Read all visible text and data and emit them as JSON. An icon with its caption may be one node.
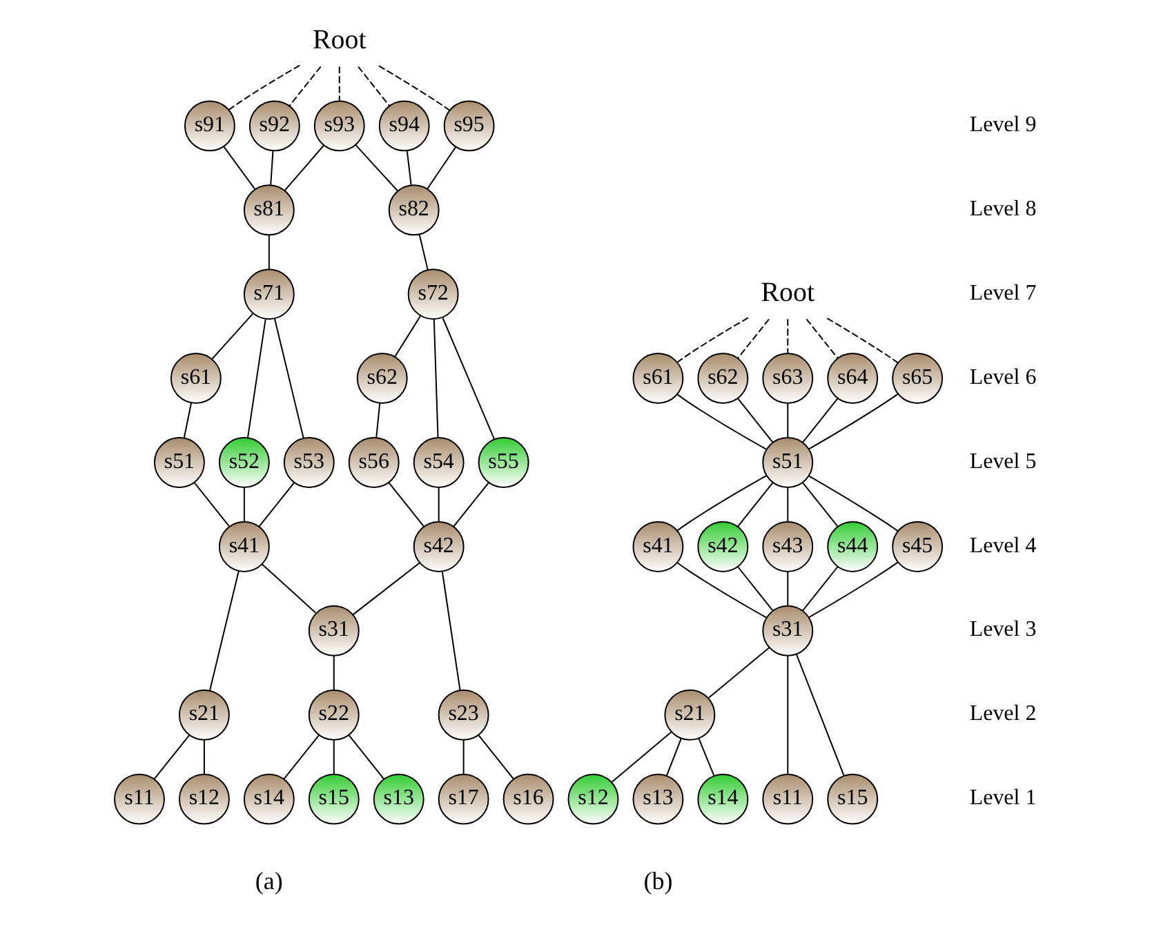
{
  "diagram": {
    "nodes": [
      {
        "text": [
          "Root"
        ]
      },
      {
        "text": [
          "s91"
        ]
      },
      {
        "text": [
          "s92"
        ]
      },
      {
        "text": [
          "s93"
        ]
      },
      {
        "text": [
          "s94"
        ]
      },
      {
        "text": [
          "s95"
        ]
      },
      {
        "text": [
          "s81"
        ]
      },
      {
        "text": [
          "s82"
        ]
      },
      {
        "text": [
          "s71"
        ]
      },
      {
        "text": [
          "s72"
        ]
      },
      {
        "text": [
          "s61"
        ]
      },
      {
        "text": [
          "s62"
        ]
      },
      {
        "text": [
          "s51"
        ]
      },
      {
        "text": [
          "s52"
        ]
      },
      {
        "text": [
          "s53"
        ]
      },
      {
        "text": [
          "s54"
        ]
      },
      {
        "text": [
          "s55"
        ]
      },
      {
        "text": [
          "s56"
        ]
      },
      {
        "text": [
          "s41"
        ]
      },
      {
        "text": [
          "s42"
        ]
      },
      {
        "text": [
          "s31"
        ]
      },
      {
        "text": [
          "s21"
        ]
      },
      {
        "text": [
          "s22"
        ]
      },
      {
        "text": [
          "s23"
        ]
      },
      {
        "text": [
          "s11"
        ]
      },
      {
        "text": [
          "s12"
        ]
      },
      {
        "text": [
          "s13"
        ]
      },
      {
        "text": [
          "s14"
        ]
      },
      {
        "text": [
          "s15"
        ]
      },
      {
        "text": [
          "s16"
        ]
      },
      {
        "text": [
          "s17"
        ]
      },
      {
        "text": [
          "Root"
        ]
      },
      {
        "text": [
          "s61"
        ]
      },
      {
        "text": [
          "s62"
        ]
      },
      {
        "text": [
          "s63"
        ]
      },
      {
        "text": [
          "s64"
        ]
      },
      {
        "text": [
          "s65"
        ]
      },
      {
        "text": [
          "s51"
        ]
      },
      {
        "text": [
          "s41"
        ]
      },
      {
        "text": [
          "s42"
        ]
      },
      {
        "text": [
          "s43"
        ]
      },
      {
        "text": [
          "s44"
        ]
      },
      {
        "text": [
          "s45"
        ]
      },
      {
        "text": [
          "s31"
        ]
      },
      {
        "text": [
          "s21"
        ]
      },
      {
        "text": [
          "s11"
        ]
      },
      {
        "text": [
          "s12"
        ]
      },
      {
        "text": [
          "s13"
        ]
      },
      {
        "text": [
          "s14"
        ]
      },
      {
        "text": [
          "s15"
        ]
      }
    ],
    "edges": [
      {
        "from": 0,
        "to": 1,
        "arrow": "none",
        "style": "dashed"
      },
      {
        "from": 0,
        "to": 2,
        "arrow": "none",
        "style": "dashed"
      },
      {
        "from": 0,
        "to": 3,
        "arrow": "none",
        "style": "dashed"
      },
      {
        "from": 0,
        "to": 4,
        "arrow": "none",
        "style": "dashed"
      },
      {
        "from": 0,
        "to": 5,
        "arrow": "none",
        "style": "dashed"
      },
      {
        "from": 1,
        "to": 6,
        "arrow": "none"
      },
      {
        "from": 2,
        "to": 6,
        "arrow": "none"
      },
      {
        "from": 3,
        "to": 6,
        "arrow": "none"
      },
      {
        "from": 3,
        "to": 7,
        "arrow": "none"
      },
      {
        "from": 4,
        "to": 7,
        "arrow": "none"
      },
      {
        "from": 5,
        "to": 7,
        "arrow": "none"
      },
      {
        "from": 6,
        "to": 8,
        "arrow": "none"
      },
      {
        "from": 7,
        "to": 9,
        "arrow": "none"
      },
      {
        "from": 8,
        "to": 10,
        "arrow": "none"
      },
      {
        "from": 8,
        "to": 13,
        "arrow": "none"
      },
      {
        "from": 8,
        "to": 14,
        "arrow": "none"
      },
      {
        "from": 9,
        "to": 15,
        "arrow": "none"
      },
      {
        "from": 9,
        "to": 16,
        "arrow": "none"
      },
      {
        "from": 9,
        "to": 11,
        "arrow": "none"
      },
      {
        "from": 10,
        "to": 12,
        "arrow": "none"
      },
      {
        "from": 11,
        "to": 17,
        "arrow": "none"
      },
      {
        "from": 12,
        "to": 18,
        "arrow": "none"
      },
      {
        "from": 13,
        "to": 18,
        "arrow": "none"
      },
      {
        "from": 14,
        "to": 18,
        "arrow": "none"
      },
      {
        "from": 15,
        "to": 19,
        "arrow": "none"
      },
      {
        "from": 16,
        "to": 19,
        "arrow": "none"
      },
      {
        "from": 17,
        "to": 19,
        "arrow": "none"
      },
      {
        "from": 18,
        "to": 21,
        "arrow": "none"
      },
      {
        "from": 18,
        "to": 20,
        "arrow": "none"
      },
      {
        "from": 19,
        "to": 20,
        "arrow": "none"
      },
      {
        "from": 19,
        "to": 23,
        "arrow": "none"
      },
      {
        "from": 20,
        "to": 22,
        "arrow": "none"
      },
      {
        "from": 21,
        "to": 24,
        "arrow": "none"
      },
      {
        "from": 21,
        "to": 25,
        "arrow": "none"
      },
      {
        "from": 22,
        "to": 26,
        "arrow": "none"
      },
      {
        "from": 22,
        "to": 27,
        "arrow": "none"
      },
      {
        "from": 22,
        "to": 28,
        "arrow": "none"
      },
      {
        "from": 23,
        "to": 29,
        "arrow": "none"
      },
      {
        "from": 23,
        "to": 30,
        "arrow": "none"
      },
      {
        "from": 31,
        "to": 32,
        "arrow": "none",
        "style": "dashed"
      },
      {
        "from": 31,
        "to": 33,
        "arrow": "none",
        "style": "dashed"
      },
      {
        "from": 31,
        "to": 34,
        "arrow": "none",
        "style": "dashed"
      },
      {
        "from": 31,
        "to": 35,
        "arrow": "none",
        "style": "dashed"
      },
      {
        "from": 31,
        "to": 36,
        "arrow": "none",
        "style": "dashed"
      },
      {
        "from": 32,
        "to": 37,
        "arrow": "none"
      },
      {
        "from": 33,
        "to": 37,
        "arrow": "none"
      },
      {
        "from": 34,
        "to": 37,
        "arrow": "none"
      },
      {
        "from": 35,
        "to": 37,
        "arrow": "none"
      },
      {
        "from": 36,
        "to": 37,
        "arrow": "none"
      },
      {
        "from": 37,
        "to": 38,
        "arrow": "none"
      },
      {
        "from": 37,
        "to": 39,
        "arrow": "none"
      },
      {
        "from": 37,
        "to": 40,
        "arrow": "none"
      },
      {
        "from": 37,
        "to": 41,
        "arrow": "none"
      },
      {
        "from": 37,
        "to": 42,
        "arrow": "none"
      },
      {
        "from": 38,
        "to": 43,
        "arrow": "none"
      },
      {
        "from": 39,
        "to": 43,
        "arrow": "none"
      },
      {
        "from": 40,
        "to": 43,
        "arrow": "none"
      },
      {
        "from": 41,
        "to": 43,
        "arrow": "none"
      },
      {
        "from": 42,
        "to": 43,
        "arrow": "none"
      },
      {
        "from": 43,
        "to": 44,
        "arrow": "none"
      },
      {
        "from": 43,
        "to": 45,
        "arrow": "none"
      },
      {
        "from": 43,
        "to": 49,
        "arrow": "none"
      },
      {
        "from": 44,
        "to": 46,
        "arrow": "none"
      },
      {
        "from": 44,
        "to": 47,
        "arrow": "none"
      },
      {
        "from": 44,
        "to": 48,
        "arrow": "none"
      }
    ],
    "labels": [
      "Level 9",
      "Level 8",
      "Level 7",
      "Level 6",
      "Level 5",
      "Level 4",
      "Level 3",
      "Level 2",
      "Level 1",
      "(a)",
      "(b)"
    ]
  }
}
